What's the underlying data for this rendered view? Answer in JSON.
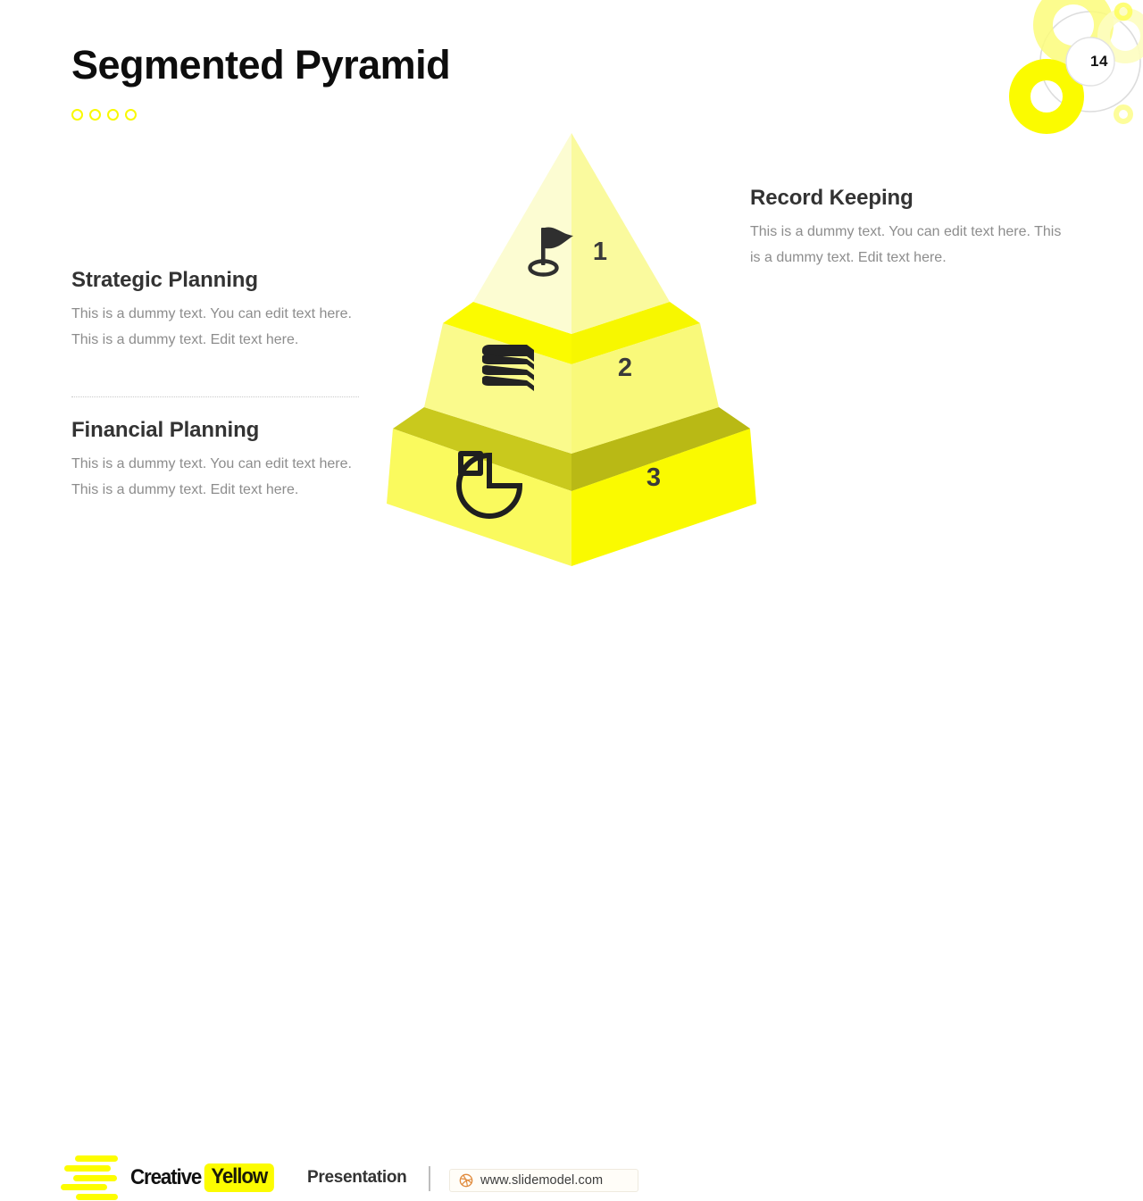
{
  "page": {
    "title": "Segmented Pyramid",
    "slide_number": "14",
    "accent_yellow": "#fafa00",
    "text_gray": "#8d8d8d",
    "heading_gray": "#333333"
  },
  "decor": {
    "dots_count": 4,
    "dot_color": "#f9f900",
    "rings": [
      {
        "name": "ring-large-yellow",
        "color": "#fbfb00"
      },
      {
        "name": "ring-medium-pale",
        "color": "#fbfb7a"
      },
      {
        "name": "ring-small-pale",
        "color": "#fdfdb0"
      },
      {
        "name": "ring-tiny-pale",
        "color": "#fdfdb0"
      },
      {
        "name": "ring-outline-gray",
        "color": "#dddddd"
      }
    ]
  },
  "blocks": [
    {
      "id": "strategic",
      "heading": "Strategic Planning",
      "body": "This is a dummy  text. You can edit text here. This is a dummy  text. Edit text here."
    },
    {
      "id": "financial",
      "heading": "Financial Planning",
      "body": "This is a dummy  text. You can edit text here. This is a dummy  text. Edit text here."
    },
    {
      "id": "record",
      "heading": "Record Keeping",
      "body": "This is a dummy  text. You can edit text here. This is a dummy  text. Edit text here."
    }
  ],
  "pyramid": {
    "type": "3d-segmented-pyramid",
    "segments": [
      {
        "number": "1",
        "icon": "golf-flag-icon",
        "left_face": "#fcfcce",
        "right_face": "#fafa96",
        "top_face": "#fcfc00"
      },
      {
        "number": "2",
        "icon": "book-stack-icon",
        "left_face": "#fafa8c",
        "right_face": "#f9f97a",
        "top_face": "#fbfb00"
      },
      {
        "number": "3",
        "icon": "pie-chart-icon",
        "left_face": "#fafa5e",
        "right_face": "#fafa00",
        "top_face": "#c4c41b"
      }
    ]
  },
  "footer": {
    "logo_name": "creative-yellow-logo",
    "brand_first": "Creative",
    "brand_highlight": "Yellow",
    "category": "Presentation",
    "url": "www.slidemodel.com",
    "url_icon": "dribbble-icon"
  }
}
